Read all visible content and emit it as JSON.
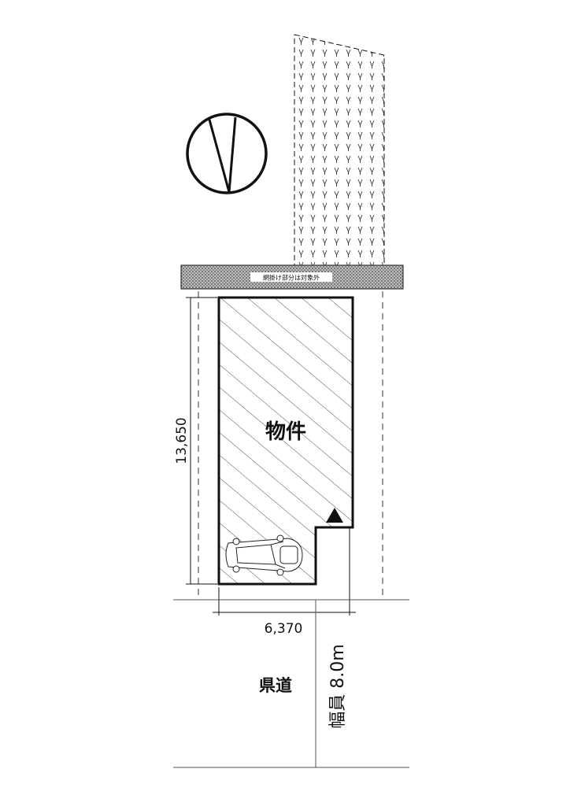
{
  "property": {
    "label": "物件"
  },
  "road": {
    "name": "県道",
    "width_label": "幅員 8.0m"
  },
  "mesh_band": {
    "note": "網掛け部分は対象外"
  },
  "dimensions": {
    "depth": "13,650",
    "frontage": "6,370"
  },
  "north_arrow": {
    "icon": "north-arrow-icon"
  },
  "vehicle": {
    "icon": "car-icon"
  },
  "entrance_marker": {
    "icon": "triangle-icon"
  },
  "colors": {
    "line": "#111111",
    "paper": "#ffffff",
    "mesh": "#555555"
  }
}
